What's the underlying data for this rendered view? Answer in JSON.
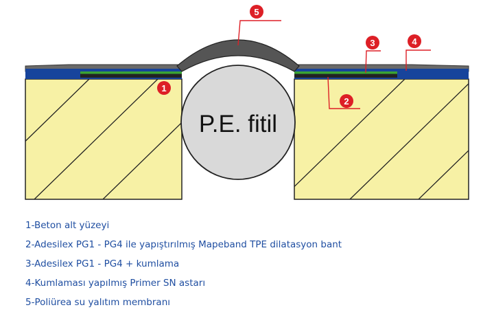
{
  "diagram": {
    "fill_label": "P.E. fitil",
    "markers": [
      {
        "id": "marker-1",
        "number": "1"
      },
      {
        "id": "marker-2",
        "number": "2"
      },
      {
        "id": "marker-3",
        "number": "3"
      },
      {
        "id": "marker-4",
        "number": "4"
      },
      {
        "id": "marker-5",
        "number": "5"
      }
    ]
  },
  "legend": {
    "items": [
      "1-Beton alt yüzeyi",
      "2-Adesilex PG1 - PG4 ile yapıştırılmış Mapeband TPE dilatasyon bant",
      "3-Adesilex PG1 - PG4 + kumlama",
      "4-Kumlaması yapılmış Primer SN astarı",
      "5-Poliürea su yalıtım membranı"
    ]
  },
  "colors": {
    "concrete": "#f7f1a5",
    "primer": "#17449c",
    "adhesive": "#3aa335",
    "band": "#222222",
    "membrane": "#555555",
    "fitil": "#d9d9d9",
    "marker": "#dd1f26",
    "legend_text": "#1f4ea1"
  }
}
